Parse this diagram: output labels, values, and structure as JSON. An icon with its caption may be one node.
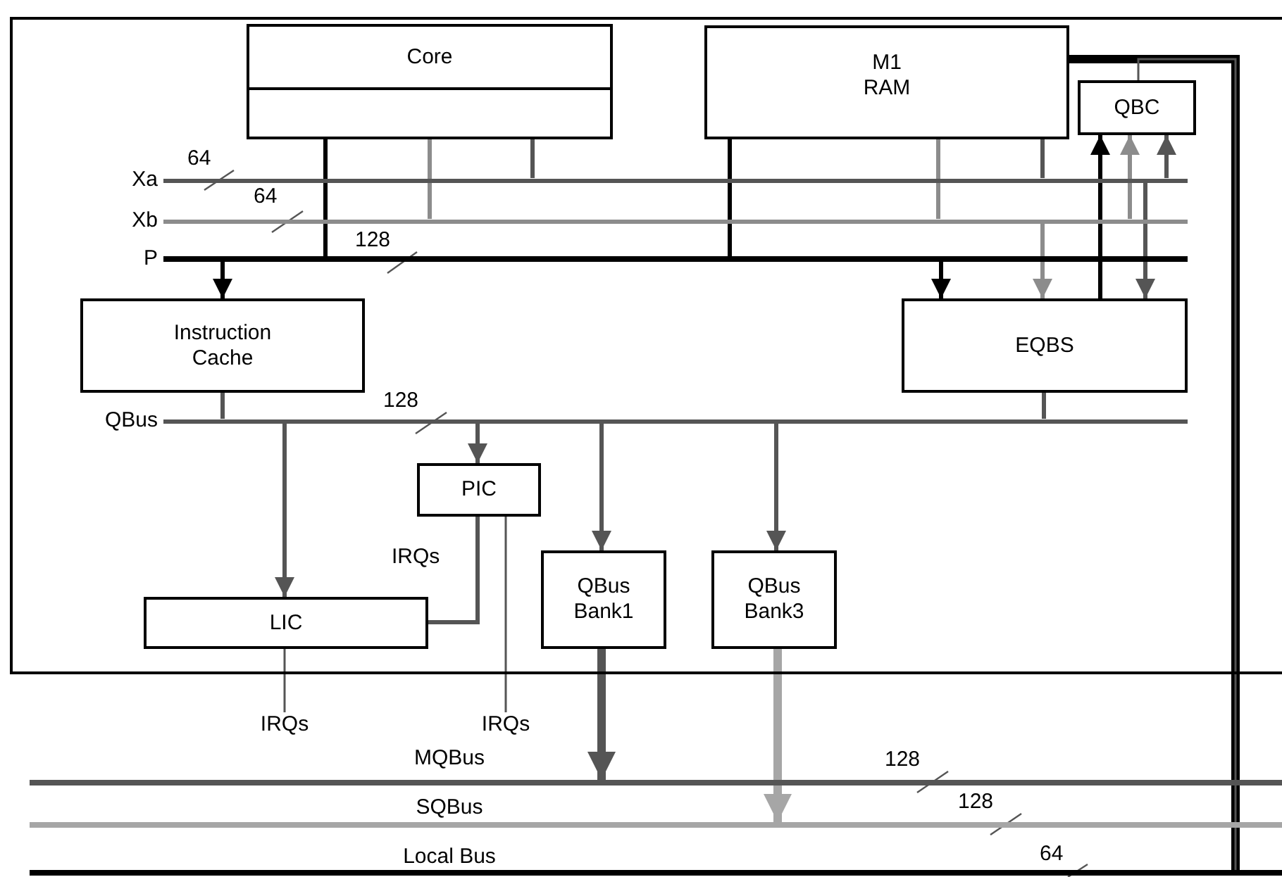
{
  "diagram": {
    "nodes": [
      {
        "text": [],
        "shape": "box"
      },
      {
        "text": [
          "Core"
        ],
        "in": 0
      },
      {
        "text": [],
        "shape": "box",
        "in": 1
      },
      {
        "text": [
          "M1 RAM"
        ],
        "in": 0
      },
      {
        "text": [
          "QBC"
        ],
        "in": 0
      },
      {
        "text": [
          "Xa"
        ],
        "in": 0
      },
      {
        "text": [
          "Xb"
        ],
        "in": 0
      },
      {
        "text": [
          "P"
        ],
        "in": 0
      },
      {
        "text": [
          "Instruction Cache"
        ],
        "in": 0
      },
      {
        "text": [
          "EQBS"
        ],
        "in": 0
      },
      {
        "text": [
          "QBus"
        ],
        "in": 0
      },
      {
        "text": [
          "PIC"
        ],
        "in": 0
      },
      {
        "text": [
          "LIC"
        ],
        "in": 0
      },
      {
        "text": [
          "QBus Bank1"
        ],
        "in": 0
      },
      {
        "text": [
          "QBus Bank3"
        ],
        "in": 0
      },
      {
        "text": [
          "MQBus"
        ]
      },
      {
        "text": [
          "SQBus"
        ]
      },
      {
        "text": [
          "Local Bus"
        ]
      },
      {
        "text": [
          "IRQs"
        ]
      },
      {
        "text": [
          "IRQs"
        ]
      }
    ],
    "edges": [
      {
        "from": 2,
        "to": 7,
        "arrow": "none",
        "color": "#000000"
      },
      {
        "from": 2,
        "to": 6,
        "arrow": "none",
        "color": "#8c8c8c"
      },
      {
        "from": 2,
        "to": 5,
        "arrow": "none"
      },
      {
        "from": 3,
        "to": 7,
        "arrow": "none",
        "color": "#000000"
      },
      {
        "from": 3,
        "to": 6,
        "arrow": "none",
        "color": "#8c8c8c"
      },
      {
        "from": 3,
        "to": 5,
        "arrow": "none"
      },
      {
        "from": 7,
        "to": 8,
        "arrow": "to",
        "color": "#000000"
      },
      {
        "from": 7,
        "to": 9,
        "arrow": "to",
        "color": "#000000"
      },
      {
        "from": 6,
        "to": 9,
        "arrow": "to",
        "color": "#8c8c8c"
      },
      {
        "from": 5,
        "to": 9,
        "arrow": "to"
      },
      {
        "from": 9,
        "to": 4,
        "arrow": "to",
        "color": "#000000"
      },
      {
        "from": 6,
        "to": 4,
        "arrow": "to",
        "color": "#8c8c8c"
      },
      {
        "from": 5,
        "to": 4,
        "arrow": "to"
      },
      {
        "from": 3,
        "to": 17,
        "arrow": "none",
        "style": "thick",
        "color": "#000000"
      },
      {
        "from": 4,
        "to": 17,
        "arrow": "none"
      },
      {
        "from": 8,
        "to": 10,
        "arrow": "none"
      },
      {
        "from": 9,
        "to": 10,
        "arrow": "none"
      },
      {
        "from": 10,
        "to": 12,
        "arrow": "to"
      },
      {
        "from": 10,
        "to": 11,
        "arrow": "to"
      },
      {
        "from": 10,
        "to": 13,
        "arrow": "to"
      },
      {
        "from": 10,
        "to": 14,
        "arrow": "to"
      },
      {
        "from": 11,
        "to": 12,
        "arrow": "none",
        "label": "IRQs"
      },
      {
        "from": 11,
        "to": 19,
        "arrow": "none"
      },
      {
        "from": 12,
        "to": 18,
        "arrow": "none"
      },
      {
        "from": 13,
        "to": 15,
        "arrow": "to",
        "style": "thick"
      },
      {
        "from": 14,
        "to": 16,
        "arrow": "to",
        "style": "thick",
        "color": "#a6a6a6"
      }
    ],
    "labels": [
      "64",
      "64",
      "128",
      "128",
      "128",
      "128",
      "64"
    ]
  }
}
